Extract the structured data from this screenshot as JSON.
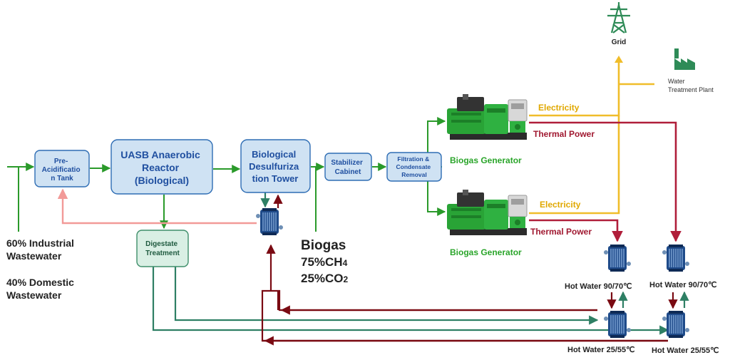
{
  "boxes": {
    "pre_acid": [
      "Pre-",
      "Acidificatio",
      "n Tank"
    ],
    "uasb": [
      "UASB Anaerobic",
      "Reactor",
      "(Biological)"
    ],
    "desulf": [
      "Biological",
      "Desulfuriza",
      "tion Tower"
    ],
    "stabilizer": [
      "Stabilizer",
      "Cabinet"
    ],
    "filtration": [
      "Filtration &",
      "Condensate",
      "Removal"
    ],
    "digestate": [
      "Digestate",
      "Treatment"
    ]
  },
  "inputs": {
    "industrial": [
      "60% Industrial",
      "Wastewater"
    ],
    "domestic": [
      "40% Domestic",
      "Wastewater"
    ]
  },
  "biogas": {
    "title": "Biogas",
    "ch4": "75%CH",
    "ch4_sub": "4",
    "co2": "25%CO",
    "co2_sub": "2"
  },
  "generators": {
    "top_label": "Biogas Generator",
    "bottom_label": "Biogas Generator"
  },
  "outputs": {
    "electricity_top": "Electricity",
    "thermal_top": "Thermal Power",
    "electricity_bottom": "Electricity",
    "thermal_bottom": "Thermal Power",
    "grid": "Grid",
    "water_plant": [
      "Water",
      "Treatment Plant"
    ]
  },
  "heat_exchangers": {
    "hot1_left": "Hot Water 90/70℃",
    "hot1_right": "Hot Water 90/70℃",
    "hot2_left": "Hot Water 25/55℃",
    "hot2_right": "Hot Water 25/55℃"
  },
  "icons": {
    "grid": "transmission-tower-icon",
    "plant": "factory-icon",
    "generator": "generator-set-icon",
    "exchanger": "plate-heat-exchanger-icon"
  },
  "colors": {
    "process_flow": "#2a9a2a",
    "return_flow": "#7a0a12",
    "sludge_return": "#f29a98",
    "electricity": "#f0bd2a",
    "thermal": "#b01e3a",
    "box_fill": "#cfe2f3",
    "box_stroke": "#2e6db4"
  }
}
